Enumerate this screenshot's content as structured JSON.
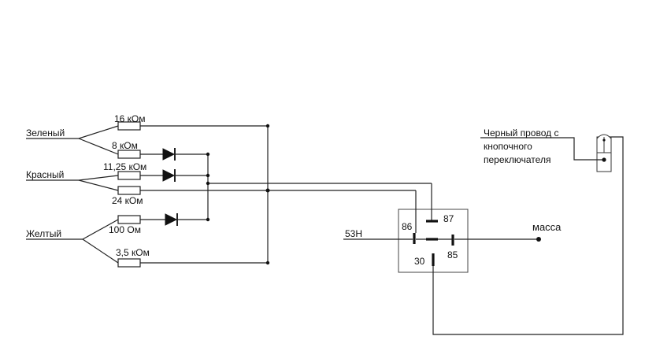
{
  "wires": {
    "green": "Зеленый",
    "red": "Красный",
    "yellow": "Желтый"
  },
  "resistors": {
    "r1": "16 кОм",
    "r2": "8 кОм",
    "r3": "11,25 кОм",
    "r4": "24 кОм",
    "r5": "100 Ом",
    "r6": "3,5 кОм"
  },
  "relay": {
    "pin87": "87",
    "pin86": "86",
    "pin85": "85",
    "pin30": "30"
  },
  "labels": {
    "input_53h": "53Н",
    "ground": "масса",
    "black_wire_line1": "Черный провод с",
    "black_wire_line2": "кнопочного",
    "black_wire_line3": "переключателя"
  }
}
